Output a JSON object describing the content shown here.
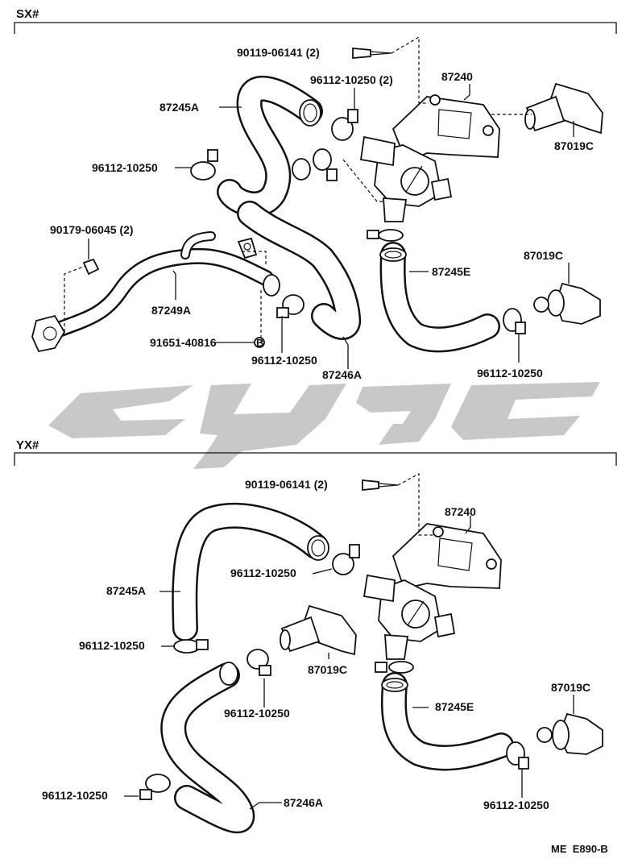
{
  "sections": {
    "top": {
      "title": "SX#"
    },
    "bottom": {
      "title": "YX#"
    }
  },
  "labels_top": {
    "bolt_90119": "90119-06141 (2)",
    "clamp_top_2": "96112-10250 (2)",
    "valve_87240": "87240",
    "hose_87245A": "87245A",
    "cap_87019C_top": "87019C",
    "clamp_left": "96112-10250",
    "bolt_90179": "90179-06045 (2)",
    "pipe_87249A": "87249A",
    "clip_91651": "91651-40816",
    "clip_mark": "B",
    "clamp_mid": "96112-10250",
    "hose_87246A": "87246A",
    "hose_87245E": "87245E",
    "cap_87019C_right": "87019C",
    "clamp_right": "96112-10250"
  },
  "labels_bottom": {
    "bolt_90119": "90119-06141 (2)",
    "valve_87240": "87240",
    "clamp_valve": "96112-10250",
    "hose_87245A": "87245A",
    "clamp_left": "96112-10250",
    "cap_87019C_mid": "87019C",
    "clamp_mid": "96112-10250",
    "hose_87245E": "87245E",
    "cap_87019C_right": "87019C",
    "clamp_lower_left": "96112-10250",
    "hose_87246A": "87246A",
    "clamp_right": "96112-10250"
  },
  "footer": {
    "code": "ME  E890-B"
  },
  "colors": {
    "line": "#111111",
    "watermark": "#c8c8c8",
    "background": "#ffffff"
  }
}
